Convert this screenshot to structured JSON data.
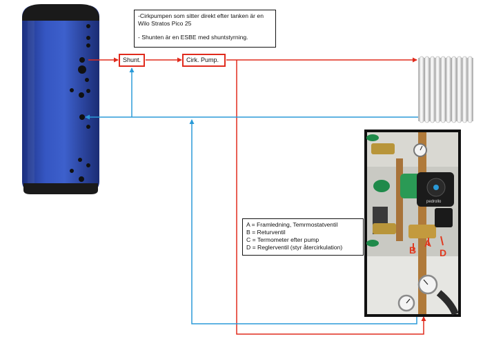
{
  "note": {
    "line1": "-Cirkpumpen som sitter direkt efter tanken är en",
    "line2": "Wilo Stratos Pico 25",
    "line3": "- Shunten är en ESBE med shuntstyrning."
  },
  "labels": {
    "shunt": "Shunt.",
    "pump": "Cirk. Pump."
  },
  "legend": {
    "a": "A = Framledning, Temrmostatventil",
    "b": "B = Returventil",
    "c": "C = Termometer efter pump",
    "d": "D = Reglerventil (styr återcirkulation)"
  },
  "photo": {
    "letter_a": "A",
    "letter_b": "B",
    "letter_d": "D",
    "pump_brand": "pedrollo"
  },
  "colors": {
    "supply_pipe": "#e02a1c",
    "return_pipe": "#2a9ad8",
    "tank_body": "#2f4fb8",
    "tank_cap": "#1a1a1a"
  }
}
